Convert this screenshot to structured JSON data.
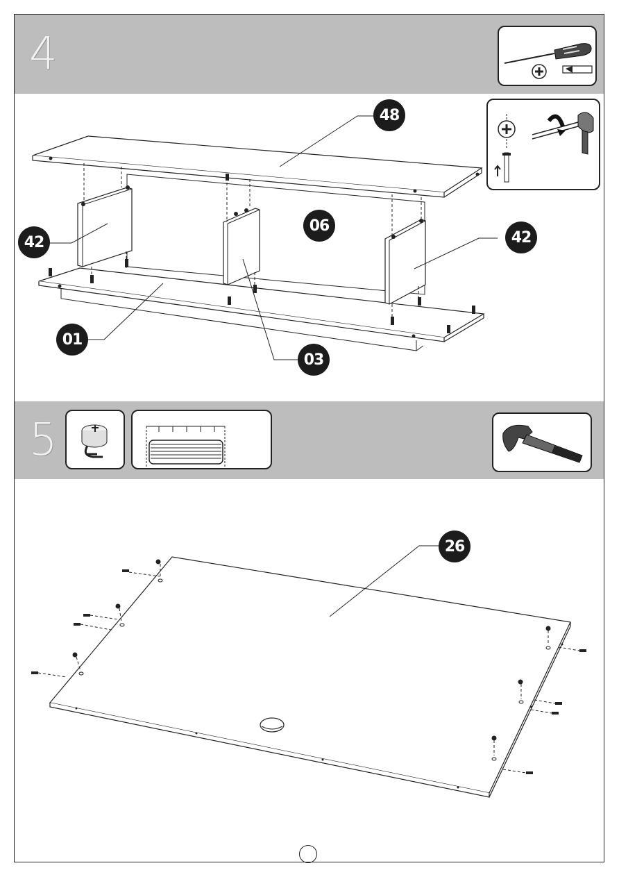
{
  "steps": [
    {
      "number": "4",
      "parts": {
        "top_board": "48",
        "back_panel": "06",
        "left_side": "42",
        "right_side": "42",
        "base": "01",
        "divider": "03"
      },
      "tools": [
        "phillips-screwdriver-icon",
        "screw-head-icon",
        "flat-screwdriver-tip-icon"
      ],
      "detail": "cam-lock-tighten-detail"
    },
    {
      "number": "5",
      "parts": {
        "bottom_board": "26"
      },
      "tools": [
        "cam-lock-fitting-icon",
        "dowel-pin-icon",
        "hammer-icon"
      ]
    }
  ],
  "page_number": ""
}
